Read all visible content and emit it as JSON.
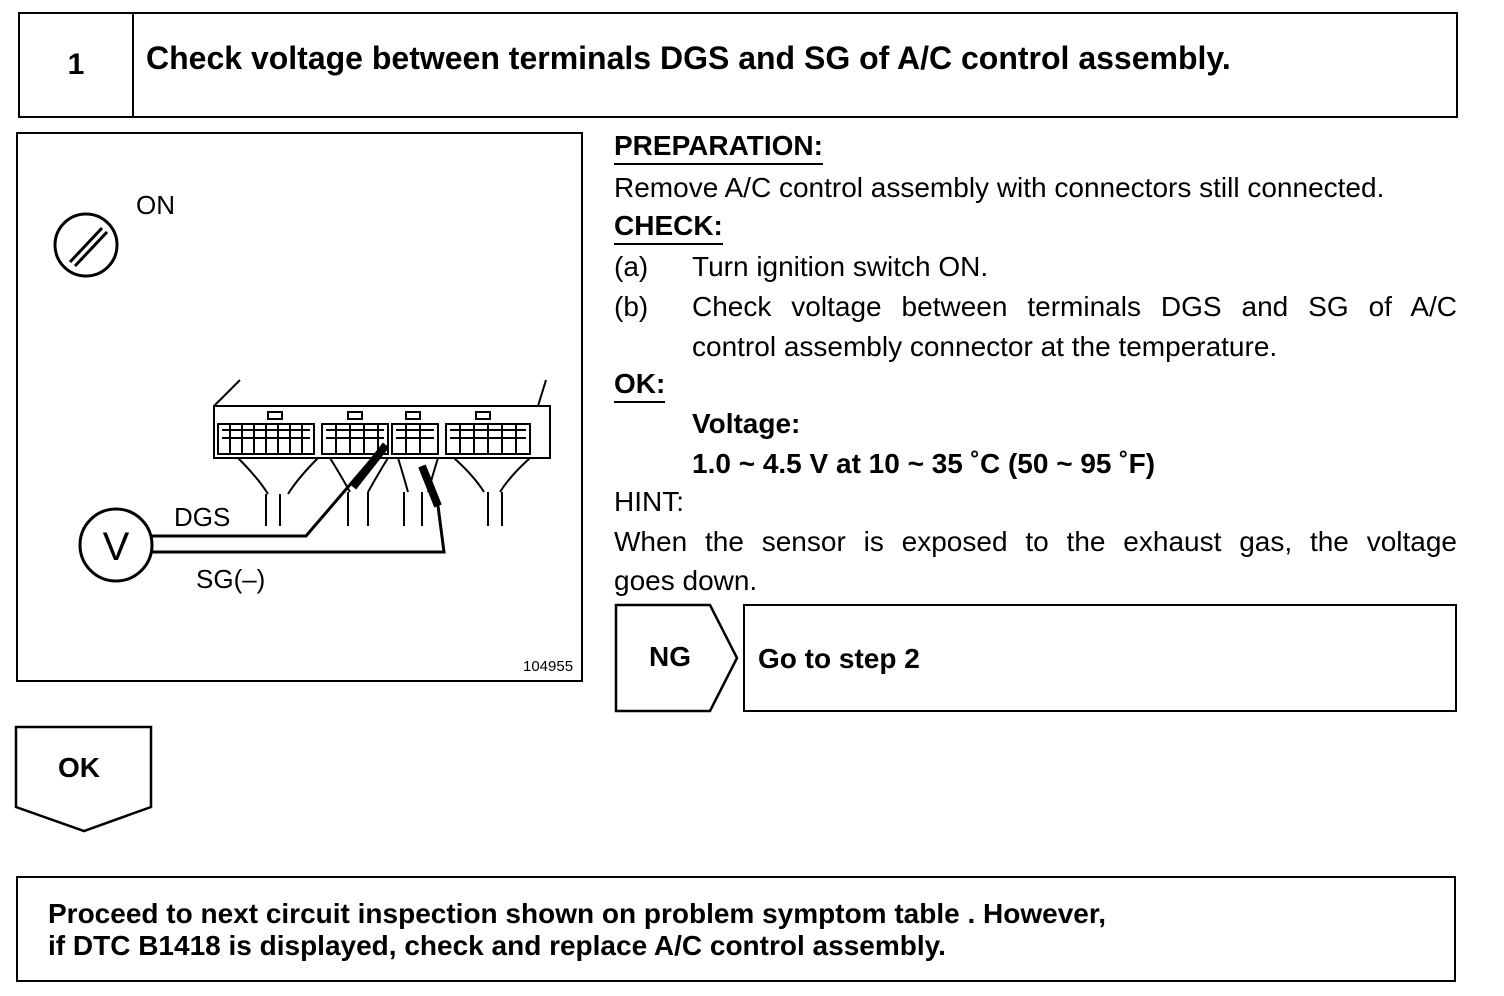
{
  "step": {
    "number": "1",
    "title": "Check voltage between terminals DGS and SG of A/C control assembly."
  },
  "figure": {
    "switch_label": "ON",
    "meter_symbol": "V",
    "probe_pos_label": "DGS",
    "probe_neg_label": "SG(–)",
    "figure_id": "104955"
  },
  "procedure": {
    "preparation_heading": "PREPARATION:",
    "preparation_text": "Remove A/C control assembly with connectors still connected.",
    "check_heading": "CHECK:",
    "steps": [
      {
        "marker": "(a)",
        "line1": "Turn ignition switch ON.",
        "line2": ""
      },
      {
        "marker": "(b)",
        "line1": "Check voltage between terminals DGS and SG of A/C",
        "line2": "control assembly connector at the temperature."
      }
    ],
    "ok_heading": "OK:",
    "spec_label": "Voltage:",
    "spec_value": "1.0 ~ 4.5 V at 10 ~ 35 ˚C (50 ~ 95 ˚F)",
    "hint_heading": "HINT:",
    "hint_line1": "When the sensor is exposed to the exhaust gas, the voltage",
    "hint_line2": "goes down."
  },
  "ng_branch": {
    "tag": "NG",
    "action": "Go to step 2"
  },
  "ok_branch": {
    "tag": "OK"
  },
  "conclusion": {
    "line1": "Proceed to next circuit inspection shown on problem symptom table . However,",
    "line2": "if DTC B1418 is displayed, check and replace  A/C control assembly."
  }
}
